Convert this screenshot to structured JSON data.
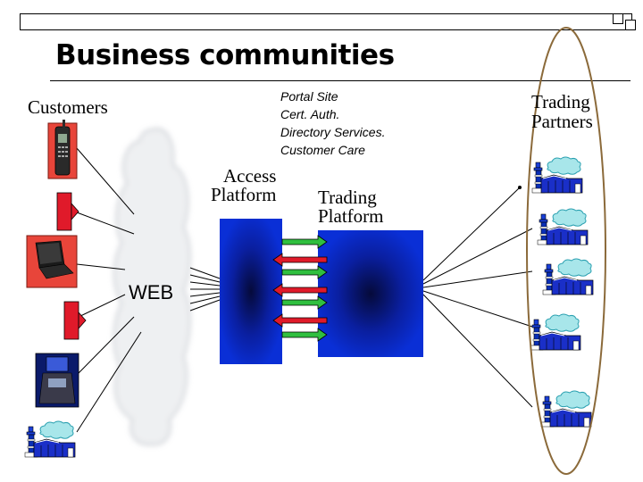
{
  "title": "Business communities",
  "labels": {
    "customers": "Customers",
    "portal_services": [
      "Portal Site",
      "Cert. Auth.",
      "Directory Services.",
      "Customer Care"
    ],
    "access_platform": [
      "Access",
      "Platform"
    ],
    "trading_platform": [
      "Trading",
      "Platform"
    ],
    "trading_partners": [
      "Trading",
      "Partners"
    ],
    "web": "WEB"
  },
  "icons": {
    "customers": [
      "mobile-phone-icon",
      "red-arrow-icon",
      "laptop-icon",
      "red-arrow-icon",
      "kiosk-icon",
      "factory-icon"
    ],
    "partners": [
      "factory-icon",
      "factory-icon",
      "factory-icon",
      "factory-icon",
      "factory-icon"
    ]
  },
  "colors": {
    "platform_blue": "#0a2fd6",
    "arrow_green": "#2fbf3f",
    "arrow_red": "#e01a2a",
    "ellipse": "#8b6a3a",
    "smoke": "#a8e6ea"
  }
}
